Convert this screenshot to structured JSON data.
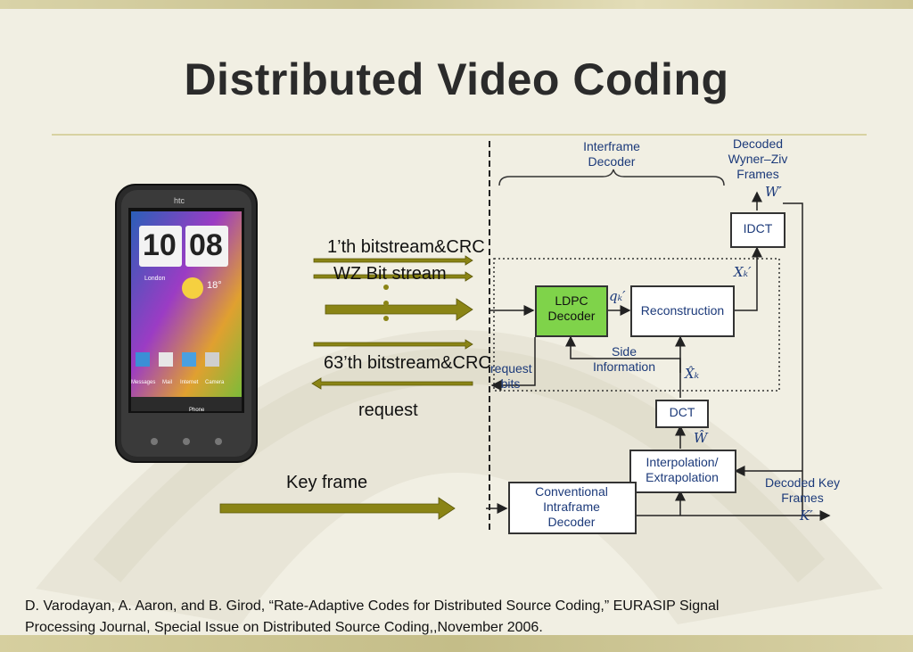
{
  "slide": {
    "title": "Distributed Video Coding",
    "reference_line1": "D. Varodayan, A. Aaron, and B. Girod,   “Rate-Adaptive Codes for Distributed Source Coding,” EURASIP Signal",
    "reference_line2": "Processing Journal, Special Issue on Distributed Source Coding,,November 2006."
  },
  "phone": {
    "brand": "htc",
    "clock_hours": "10",
    "clock_minutes": "08",
    "city": "London",
    "temperature": "18°",
    "apps": [
      "Messages",
      "Mail",
      "Internet",
      "Camera"
    ],
    "phone_label": "Phone"
  },
  "arrows": {
    "first_bitstream": "1’th bitstream&CRC",
    "wz_bitstream": "WZ Bit stream",
    "last_bitstream": "63’th bitstream&CRC",
    "request": "request",
    "key_frame": "Key frame"
  },
  "diagram": {
    "interframe_decoder": "Interframe Decoder",
    "decoded_wz_frames": "Decoded Wyner–Ziv Frames",
    "idct": "IDCT",
    "ldpc_decoder": "LDPC Decoder",
    "reconstruction": "Reconstruction",
    "side_information": "Side Information",
    "request_bits": "request bits",
    "dct": "DCT",
    "interpolation": "Interpolation/ Extrapolation",
    "conventional": "Conventional Intraframe Decoder",
    "decoded_key_frames": "Decoded Key Frames",
    "w_prime": "W′",
    "xk_prime": "Xₖ′",
    "qk_prime": "qₖ′",
    "xk_hat": "X̂ₖ",
    "w_hat": "Ŵ",
    "k_prime": "K′",
    "colors": {
      "ldpc_fill": "#7fd34a",
      "arrow_olive": "#8a8415",
      "label_blue": "#1c3a7a"
    }
  }
}
